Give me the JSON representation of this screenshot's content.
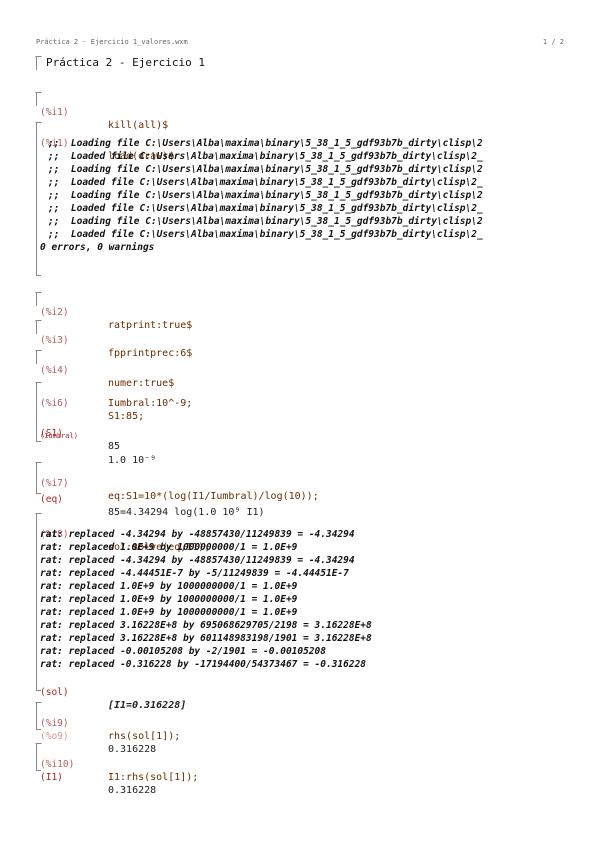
{
  "header": {
    "filename": "Práctica 2 - Ejercicio 1_valores.wxm",
    "page": "1 / 2"
  },
  "title": "Práctica 2 - Ejercicio 1",
  "cells": [
    {
      "in_label": "(%i1)",
      "code": "kill(all)$"
    },
    {
      "in_label": "(%i1)",
      "code": "load(draw)$",
      "messages": [
        ";;  Loading file C:\\Users\\Alba\\maxima\\binary\\5_38_1_5_gdf93b7b_dirty\\clisp\\2",
        ";;  Loaded file C:\\Users\\Alba\\maxima\\binary\\5_38_1_5_gdf93b7b_dirty\\clisp\\2_",
        ";;  Loading file C:\\Users\\Alba\\maxima\\binary\\5_38_1_5_gdf93b7b_dirty\\clisp\\2",
        ";;  Loaded file C:\\Users\\Alba\\maxima\\binary\\5_38_1_5_gdf93b7b_dirty\\clisp\\2_",
        ";;  Loading file C:\\Users\\Alba\\maxima\\binary\\5_38_1_5_gdf93b7b_dirty\\clisp\\2",
        ";;  Loaded file C:\\Users\\Alba\\maxima\\binary\\5_38_1_5_gdf93b7b_dirty\\clisp\\2_",
        ";;  Loading file C:\\Users\\Alba\\maxima\\binary\\5_38_1_5_gdf93b7b_dirty\\clisp\\2",
        ";;  Loaded file C:\\Users\\Alba\\maxima\\binary\\5_38_1_5_gdf93b7b_dirty\\clisp\\2_",
        "0 errors, 0 warnings"
      ]
    },
    {
      "in_label": "(%i2)",
      "code": "ratprint:true$"
    },
    {
      "in_label": "(%i3)",
      "code": "fpprintprec:6$"
    },
    {
      "in_label": "(%i4)",
      "code": "numer:true$"
    },
    {
      "in_label": "(%i6)",
      "code": "S1:85;",
      "code2": "Iumbral:10^-9;",
      "out1_label": "(S1)",
      "out1": "85",
      "out2_label": "(Iumbral)",
      "out2": "1.0 10⁻⁹"
    },
    {
      "in_label": "(%i7)",
      "code": "eq:S1=10*(log(I1/Iumbral)/log(10));",
      "out_label": "(eq)",
      "out": "85=4.34294 log(1.0 10⁹ I1)"
    },
    {
      "in_label": "(%i8)",
      "code": "sol:solve(eq,I1);",
      "messages": [
        "rat: replaced -4.34294 by -48857430/11249839 = -4.34294",
        "rat: replaced 1.0E+9 by 1000000000/1 = 1.0E+9",
        "rat: replaced -4.34294 by -48857430/11249839 = -4.34294",
        "rat: replaced -4.44451E-7 by -5/11249839 = -4.44451E-7",
        "rat: replaced 1.0E+9 by 1000000000/1 = 1.0E+9",
        "rat: replaced 1.0E+9 by 1000000000/1 = 1.0E+9",
        "rat: replaced 1.0E+9 by 1000000000/1 = 1.0E+9",
        "rat: replaced 3.16228E+8 by 695068629705/2198 = 3.16228E+8",
        "rat: replaced 3.16228E+8 by 601148983198/1901 = 3.16228E+8",
        "rat: replaced -0.00105208 by -2/1901 = -0.00105208",
        "rat: replaced -0.316228 by -17194400/54373467 = -0.316228"
      ],
      "out_label": "(sol)",
      "out": "[I1=0.316228]"
    },
    {
      "in_label": "(%i9)",
      "code": "rhs(sol[1]);",
      "out_label": "(%o9)",
      "out": "0.316228"
    },
    {
      "in_label": "(%i10)",
      "code": "I1:rhs(sol[1]);",
      "out_label": "(I1)",
      "out": "0.316228"
    }
  ]
}
